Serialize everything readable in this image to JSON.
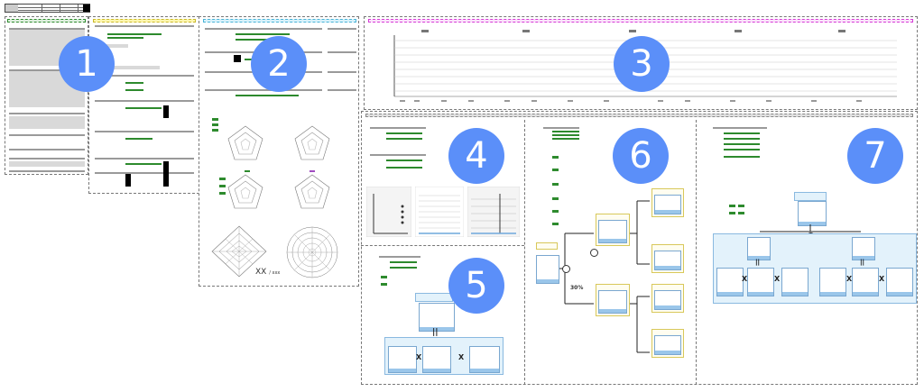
{
  "callouts": [
    {
      "id": 1,
      "label": "1"
    },
    {
      "id": 2,
      "label": "2"
    },
    {
      "id": 3,
      "label": "3"
    },
    {
      "id": 4,
      "label": "4"
    },
    {
      "id": 5,
      "label": "5"
    },
    {
      "id": 6,
      "label": "6"
    },
    {
      "id": 7,
      "label": "7"
    }
  ],
  "panel2": {
    "radar_footer_label": "XX",
    "radar_footer_unit": "/ xxx"
  },
  "panel5": {
    "equals_sign": "||",
    "multiply_sign": "X"
  },
  "panel6": {
    "percent_label": "30%"
  },
  "colors": {
    "callout_blue": "#5b8ff9",
    "header_green": "#2e8b2e",
    "header_yellow": "#e8d84a",
    "header_cyan": "#5bc0de",
    "header_magenta": "#d63bd6",
    "header_gray": "#888888",
    "light_blue_bg": "#e3f2fb",
    "light_yellow_bg": "#fffdf0"
  }
}
